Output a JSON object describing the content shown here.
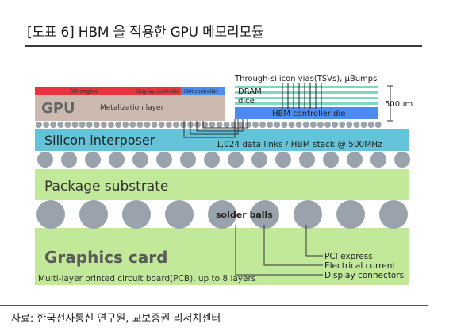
{
  "header": {
    "title": "[도표 6] HBM 을 적용한 GPU 메모리모듈"
  },
  "diagram": {
    "gpu": {
      "label": "GPU",
      "metal_layer": "Metalization layer",
      "engine_3d": "3D engine",
      "display_controller": "Display controller",
      "hbm_controller": "HBM controller"
    },
    "hbm_stack": {
      "tsv_label": "Through-silicon vias(TSVs), μBumps",
      "dram_label_1": "DRAM",
      "dram_label_2": "dice",
      "controller_die": "HBM controller die",
      "height_label": "500μm"
    },
    "interposer": {
      "label": "Silicon interposer",
      "links_label": "1,024 data links / HBM stack @ 500MHz"
    },
    "package": {
      "label": "Package substrate"
    },
    "solder": {
      "label": "solder balls"
    },
    "graphics_card": {
      "label": "Graphics card",
      "pcb_label": "Multi-layer printed circuit board(PCB), up to 8 layers"
    },
    "connectors": {
      "pci": "PCI express",
      "electrical": "Electrical current",
      "display": "Display connectors"
    },
    "colors": {
      "green": "#c2e89a",
      "interposer_blue": "#63c3d8",
      "gpu_beige": "#ccbab0",
      "red": "#e8343c",
      "blue": "#4a8cf0",
      "ball_gray": "#9aa2ab",
      "dram_green": "#7fd7c2"
    }
  },
  "footer": {
    "source": "자료: 한국전자통신 연구원, 교보증권 리서치센터"
  }
}
